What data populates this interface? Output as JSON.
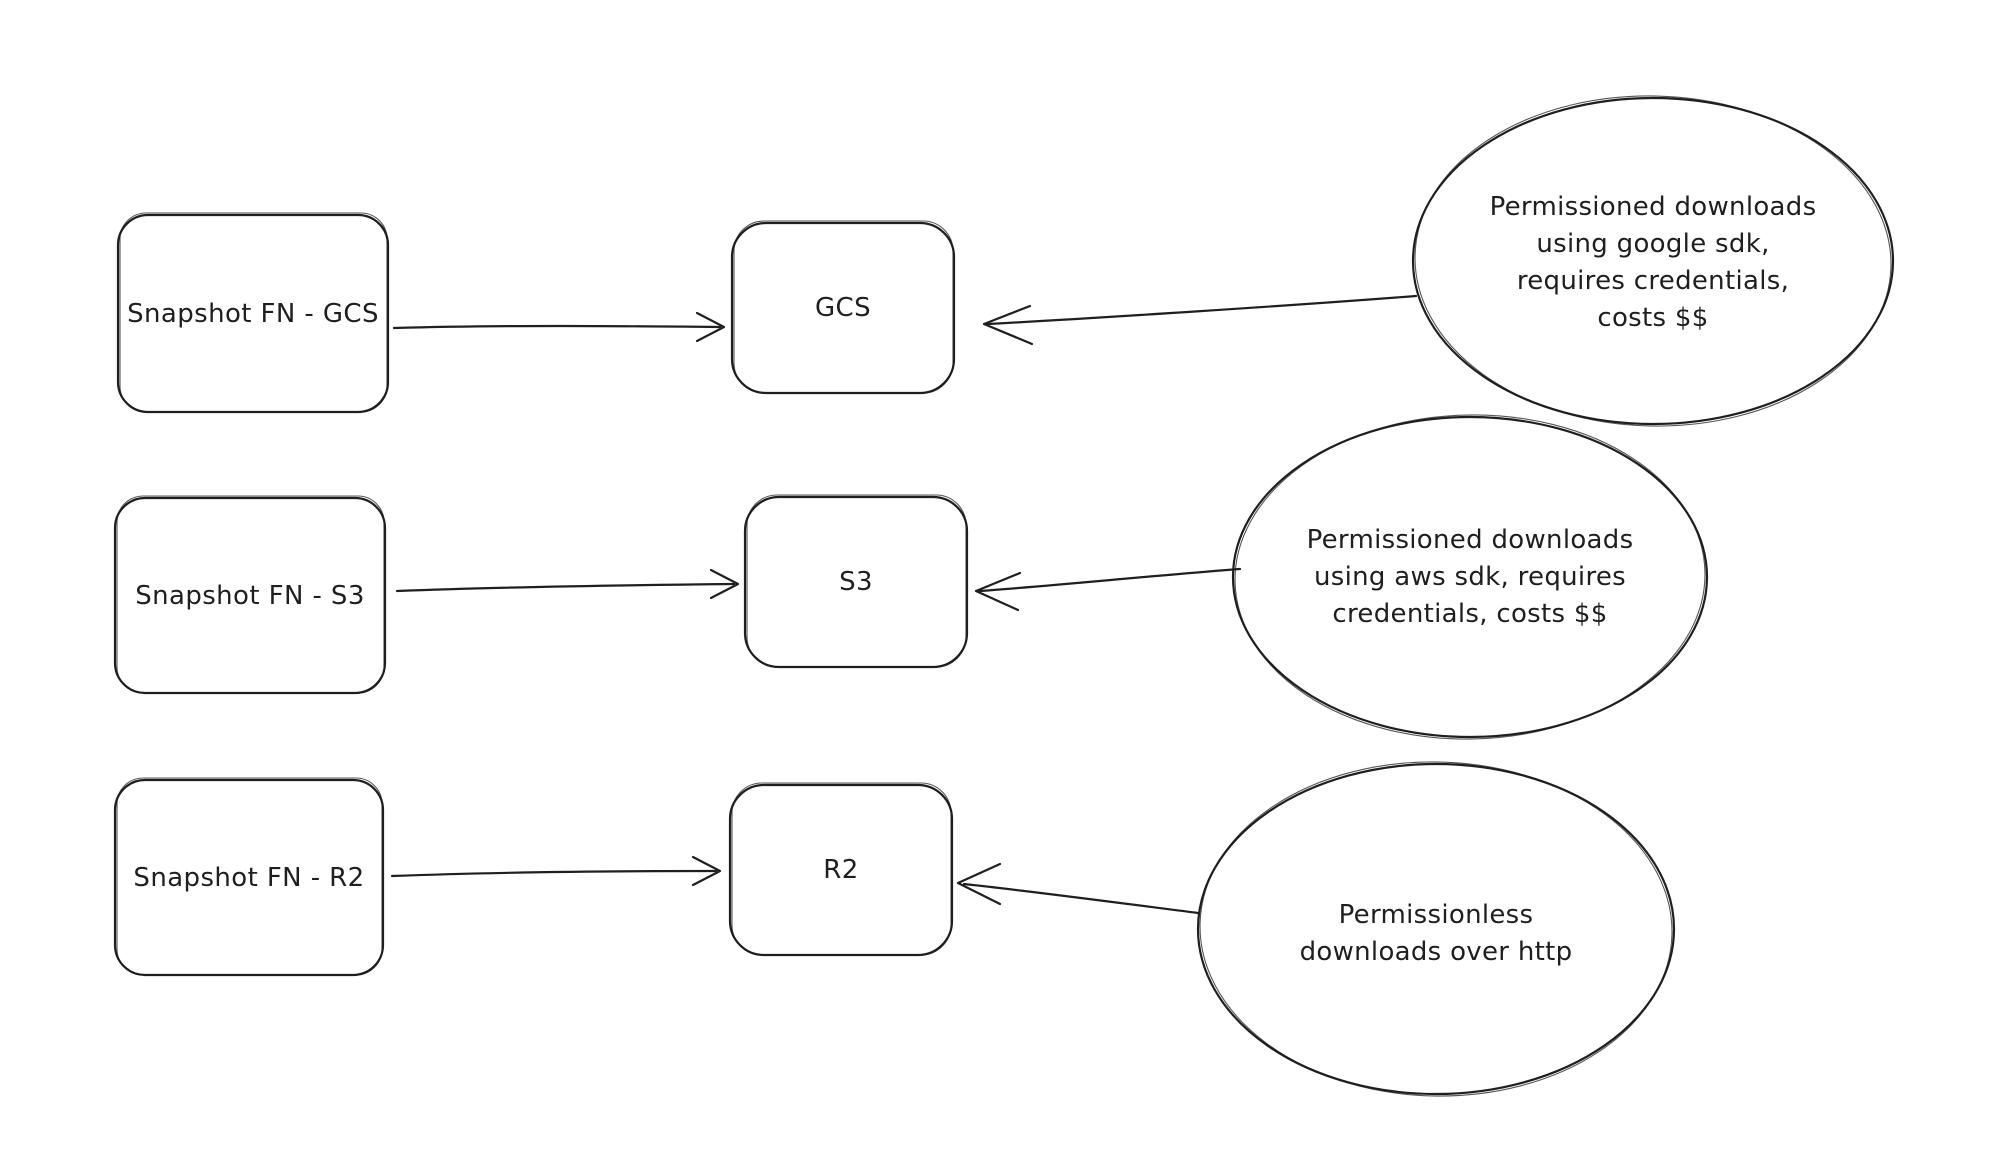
{
  "colors": {
    "ink": "#1f1f1f",
    "background": "#ffffff"
  },
  "diagram": {
    "rows": [
      {
        "source": {
          "label": "Snapshot FN - GCS"
        },
        "target": {
          "label": "GCS"
        },
        "note": {
          "lines": [
            "Permissioned downloads",
            "using google sdk,",
            "requires credentials,",
            "costs $$"
          ]
        }
      },
      {
        "source": {
          "label": "Snapshot FN - S3"
        },
        "target": {
          "label": "S3"
        },
        "note": {
          "lines": [
            "Permissioned downloads",
            "using aws sdk, requires",
            "credentials, costs $$"
          ]
        }
      },
      {
        "source": {
          "label": "Snapshot FN - R2"
        },
        "target": {
          "label": "R2"
        },
        "note": {
          "lines": [
            "Permissionless",
            "downloads over http"
          ]
        }
      }
    ]
  }
}
